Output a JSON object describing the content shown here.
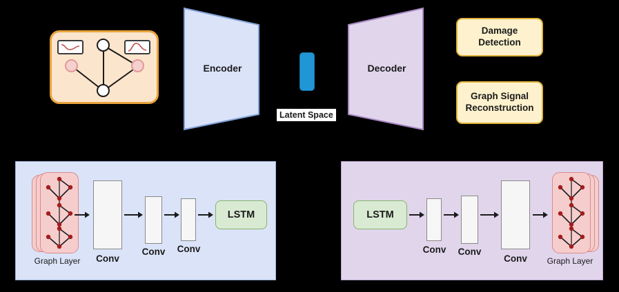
{
  "diagram": {
    "top_row": {
      "input_graph": {
        "name": "sensor-graph",
        "signal_boxes": [
          {
            "name": "signal-wave-left",
            "shape": "s-curve"
          },
          {
            "name": "signal-peak-right",
            "shape": "peak-curve"
          }
        ],
        "nodes": [
          {
            "id": "n-top",
            "type": "white"
          },
          {
            "id": "n-left",
            "type": "pink"
          },
          {
            "id": "n-right",
            "type": "pink"
          },
          {
            "id": "n-bottom",
            "type": "white"
          }
        ],
        "edges": [
          [
            "n-top",
            "n-right"
          ],
          [
            "n-top",
            "n-bottom"
          ],
          [
            "n-left",
            "n-bottom"
          ],
          [
            "n-bottom",
            "n-right"
          ]
        ]
      },
      "encoder_label": "Encoder",
      "latent": {
        "label": "Latent Space",
        "color": "#2196d6"
      },
      "decoder_label": "Decoder",
      "outputs": [
        {
          "label": "Damage\nDetection",
          "line1": "Damage",
          "line2": "Detection"
        },
        {
          "label": "Graph Signal\nReconstruction",
          "line1": "Graph Signal",
          "line2": "Reconstruction"
        }
      ]
    },
    "encoder_detail": {
      "panel_color": "#dae3f8",
      "graph_layer_caption": "Graph Layer",
      "stages": [
        {
          "label": "Conv",
          "size": "large"
        },
        {
          "label": "Conv",
          "size": "medium"
        },
        {
          "label": "Conv",
          "size": "small"
        }
      ],
      "lstm_label": "LSTM"
    },
    "decoder_detail": {
      "panel_color": "#e1d5ec",
      "lstm_label": "LSTM",
      "stages": [
        {
          "label": "Conv",
          "size": "small"
        },
        {
          "label": "Conv",
          "size": "medium"
        },
        {
          "label": "Conv",
          "size": "large"
        }
      ],
      "graph_layer_caption": "Graph Layer"
    },
    "colors": {
      "encoder_fill": "#dae3f8",
      "encoder_stroke": "#7f9fd4",
      "decoder_fill": "#e1d5ec",
      "decoder_stroke": "#a888c4",
      "graph_card_fill": "#fce5cd",
      "graph_card_stroke": "#e8a33d",
      "output_fill": "#fdf2cd",
      "output_stroke": "#e0b33a",
      "graph_layer_fill": "#f6cdcd",
      "graph_layer_stroke": "#d98b8b",
      "lstm_fill": "#d9ead3",
      "conv_fill": "#f6f6f6",
      "node_red": "#a61c1c"
    }
  }
}
